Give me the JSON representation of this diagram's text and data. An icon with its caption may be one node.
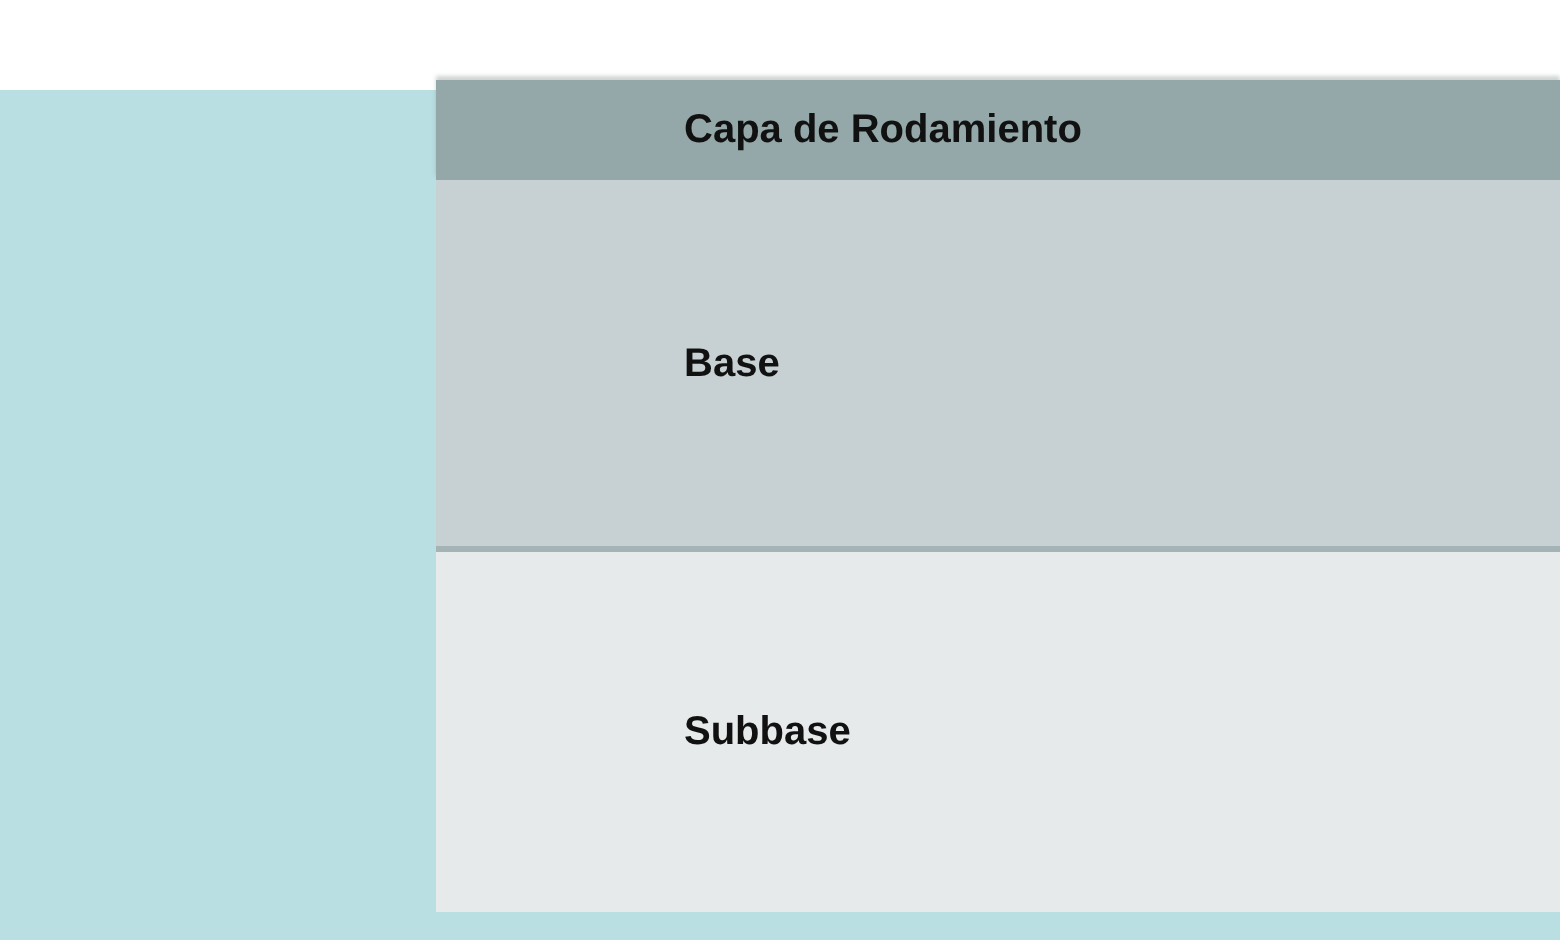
{
  "diagram": {
    "nodes": [
      {
        "text": [
          "Capa de Rodamiento"
        ]
      },
      {
        "text": [
          "Base"
        ]
      },
      {
        "text": [
          "Subbase"
        ]
      }
    ]
  }
}
